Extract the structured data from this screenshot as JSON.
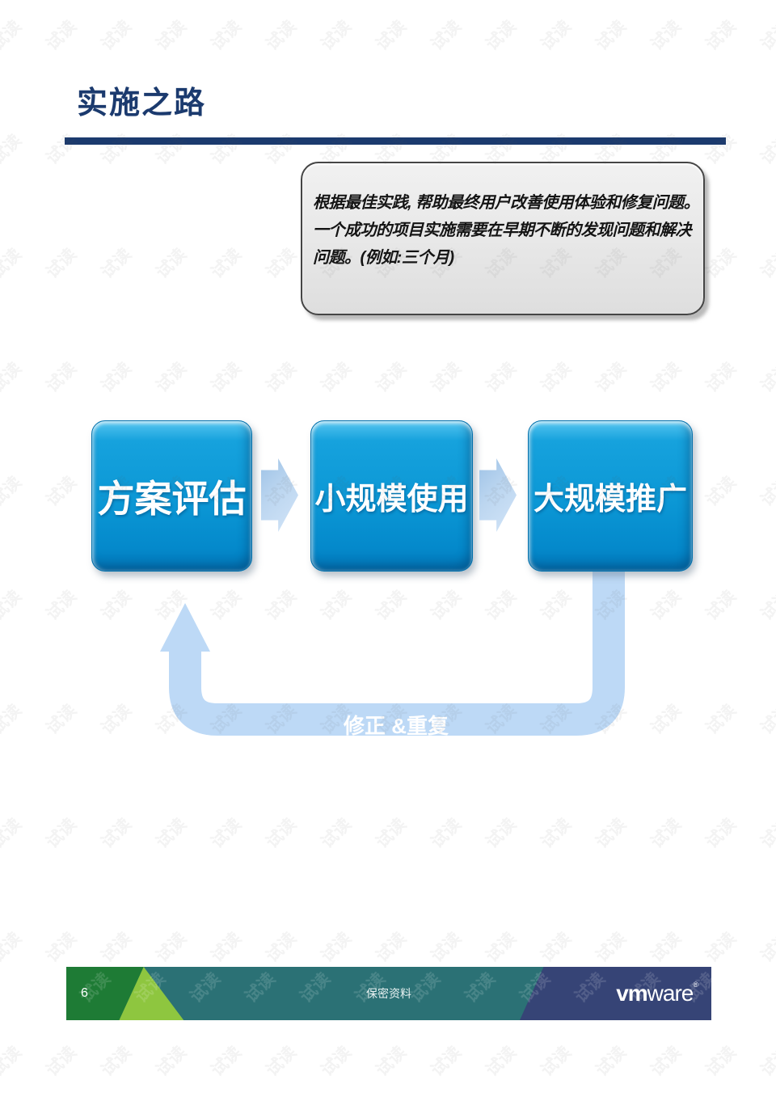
{
  "slide": {
    "title": "实施之路",
    "callout": {
      "lines": [
        "根据最佳实践, 帮助最终用户改善使用体验和修复问题。",
        "一个成功的项目实施需要在早期不断的发现问题和解决",
        "问题。(例如:三个月)"
      ]
    },
    "steps": [
      {
        "label": "方案评估"
      },
      {
        "label": "小规模使用"
      },
      {
        "label": "大规模推广"
      }
    ],
    "loop_label": "修正 &重复"
  },
  "footer": {
    "page_number": "6",
    "confidential": "保密资料",
    "logo": {
      "vm": "vm",
      "ware": "ware",
      "reg": "®"
    }
  },
  "watermark": {
    "text": "试读"
  },
  "colors": {
    "title_navy": "#1b3a6e",
    "box_blue": "#0b97d5",
    "box_blue_dark": "#0277b8",
    "arrow_light_blue": "#b3cfec",
    "loop_blue": "#bdd9f6",
    "callout_bg": "#e9e9e9",
    "callout_border": "#454545",
    "footer_dark_green": "#1e7b35",
    "footer_light_green": "#8ec63f",
    "footer_teal": "#2b7175",
    "footer_navy": "#364476",
    "text_white": "#ffffff"
  }
}
